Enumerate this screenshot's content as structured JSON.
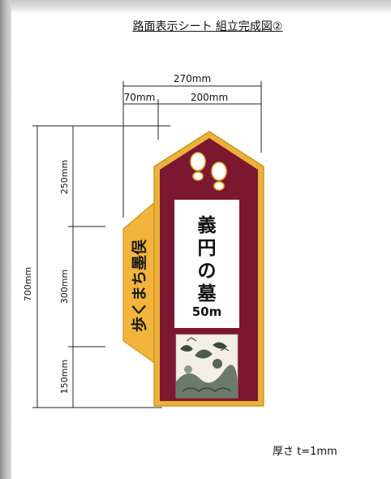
{
  "title": "路面表示シート 組立完成図②",
  "thickness_note": "厚さ t=1mm",
  "dimensions": {
    "total_width": "270mm",
    "left_offset": "70mm",
    "main_width": "200mm",
    "total_height": "700mm",
    "top_section": "250mm",
    "middle_section": "300mm",
    "bottom_section": "150mm"
  },
  "sign": {
    "destination_chars": [
      "義",
      "円",
      "の",
      "墓"
    ],
    "distance": "50m",
    "side_label": "歩くまち墨俣",
    "icons": [
      "footprints-icon",
      "landscape-illustration"
    ],
    "colors": {
      "border_gold": "#e9b23a",
      "body_maroon": "#7b1830",
      "panel_white": "#ffffff",
      "side_yellow": "#f2b43c"
    }
  }
}
